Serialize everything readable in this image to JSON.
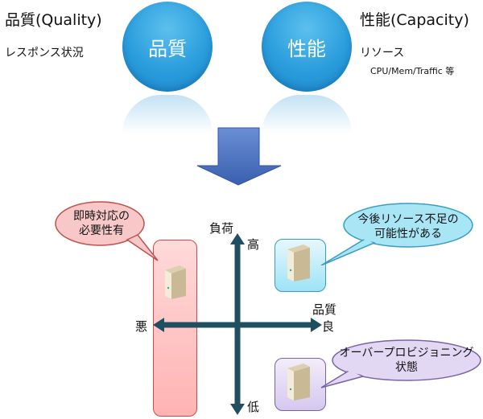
{
  "top": {
    "quality": {
      "title": "品質(Quality)",
      "subtitle": "レスポンス状況",
      "circle_label": "品質",
      "color": "#2a9ddc"
    },
    "capacity": {
      "title": "性能(Capacity)",
      "subtitle": "リソース",
      "detail": "CPU/Mem/Traffic 等",
      "circle_label": "性能",
      "color": "#2a9ddc"
    }
  },
  "arrow": {
    "icon": "down-arrow-icon",
    "color": "#4a72c0"
  },
  "quadrant": {
    "y_axis": {
      "title": "負荷",
      "high": "高",
      "low": "低"
    },
    "x_axis": {
      "title": "品質",
      "good": "良",
      "bad": "悪"
    },
    "axis_color": "#1f4f60",
    "groups": [
      {
        "id": "immediate",
        "bubble": [
          "即時対応の",
          "必要性有"
        ],
        "color": "#f7a8a8",
        "icon": "server-icon"
      },
      {
        "id": "future-shortage",
        "bubble": [
          "今後リソース不足の",
          "可能性がある"
        ],
        "color": "#8fdcf4",
        "icon": "server-icon"
      },
      {
        "id": "over-provisioning",
        "bubble": [
          "オーバープロビジョニング",
          "状態"
        ],
        "color": "#d9cdf0",
        "icon": "server-icon"
      }
    ]
  }
}
